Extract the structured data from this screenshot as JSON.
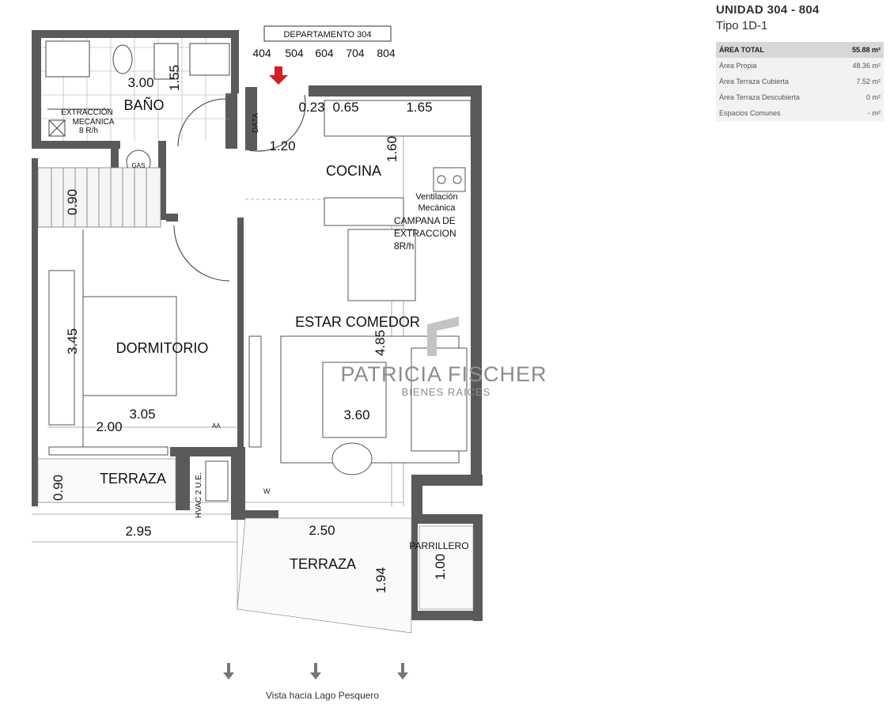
{
  "unit": {
    "title": "UNIDAD 304 - 804",
    "type": "Tipo 1D-1"
  },
  "areas": [
    {
      "label": "ÁREA TOTAL",
      "value": "55.88 m²"
    },
    {
      "label": "Área Propia",
      "value": "48.36 m²"
    },
    {
      "label": "Área Terraza Cubierta",
      "value": "7.52 m²"
    },
    {
      "label": "Área Terraza Descubierta",
      "value": "0 m²"
    },
    {
      "label": "Espacios Comunes",
      "value": "- m²"
    }
  ],
  "plan": {
    "apartment_label": "DEPARTAMENTO 304",
    "floors": [
      "404",
      "504",
      "604",
      "704",
      "804"
    ],
    "rooms": {
      "bathroom": "BAÑO",
      "kitchen": "COCINA",
      "bedroom": "DORMITORIO",
      "living": "ESTAR COMEDOR",
      "terrace_left": "TERRAZA",
      "terrace_bottom": "TERRAZA",
      "grill": "PARRILLERO"
    },
    "notes": {
      "bath_extraction": [
        "EXTRACCIÓN",
        "MECÁNICA",
        "8 R/h"
      ],
      "shaft": "DATA",
      "gas": "GAS",
      "ventilation": [
        "Ventilación",
        "Mecánica"
      ],
      "hood": [
        "CAMPANA DE",
        "EXTRACCION",
        "8R/h"
      ],
      "hvac": "HVAC 2 U.E.",
      "aa": "AA",
      "ww": "W"
    },
    "dimensions": {
      "bath_width": "3.00",
      "bath_depth": "1.55",
      "corridor": "1.20",
      "kitchen_a": "0.23",
      "kitchen_b": "0.65",
      "kitchen_c": "1.65",
      "kitchen_depth": "1.60",
      "closet": "0.90",
      "bedroom_depth": "3.45",
      "bedroom_width": "3.05",
      "bedroom_b": "2.00",
      "living_depth": "4.85",
      "living_width": "3.60",
      "terrace_left_depth": "0.90",
      "terrace_left_width": "2.95",
      "terrace_bottom_width": "2.50",
      "terrace_bottom_depth": "1.94",
      "grill_depth": "1.00"
    },
    "view_label": "Vista hacia Lago Pesquero",
    "watermark": {
      "name": "PATRICIA FISCHER",
      "sub": "BIENES RAICES"
    }
  },
  "colors": {
    "wall": "#555555",
    "arrow": "#d42020",
    "watermark": "#8c8c8c",
    "line": "#333333"
  }
}
